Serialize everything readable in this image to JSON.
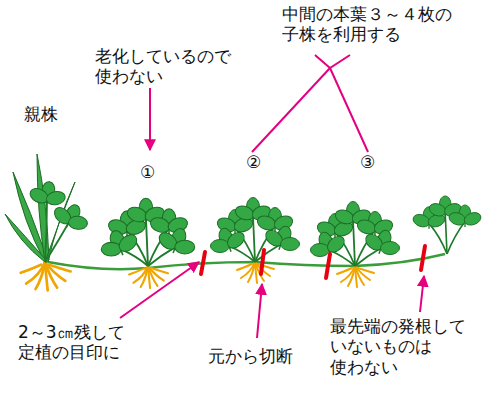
{
  "diagram": {
    "labels": [
      "中間の本葉３～４枚の 子株を利用する",
      "老化しているので 使わない",
      "親株",
      "①",
      "②",
      "③",
      "2～3㎝残して 定植の目印に",
      "元から切断",
      "最先端の発根して いないものは 使わない"
    ]
  }
}
